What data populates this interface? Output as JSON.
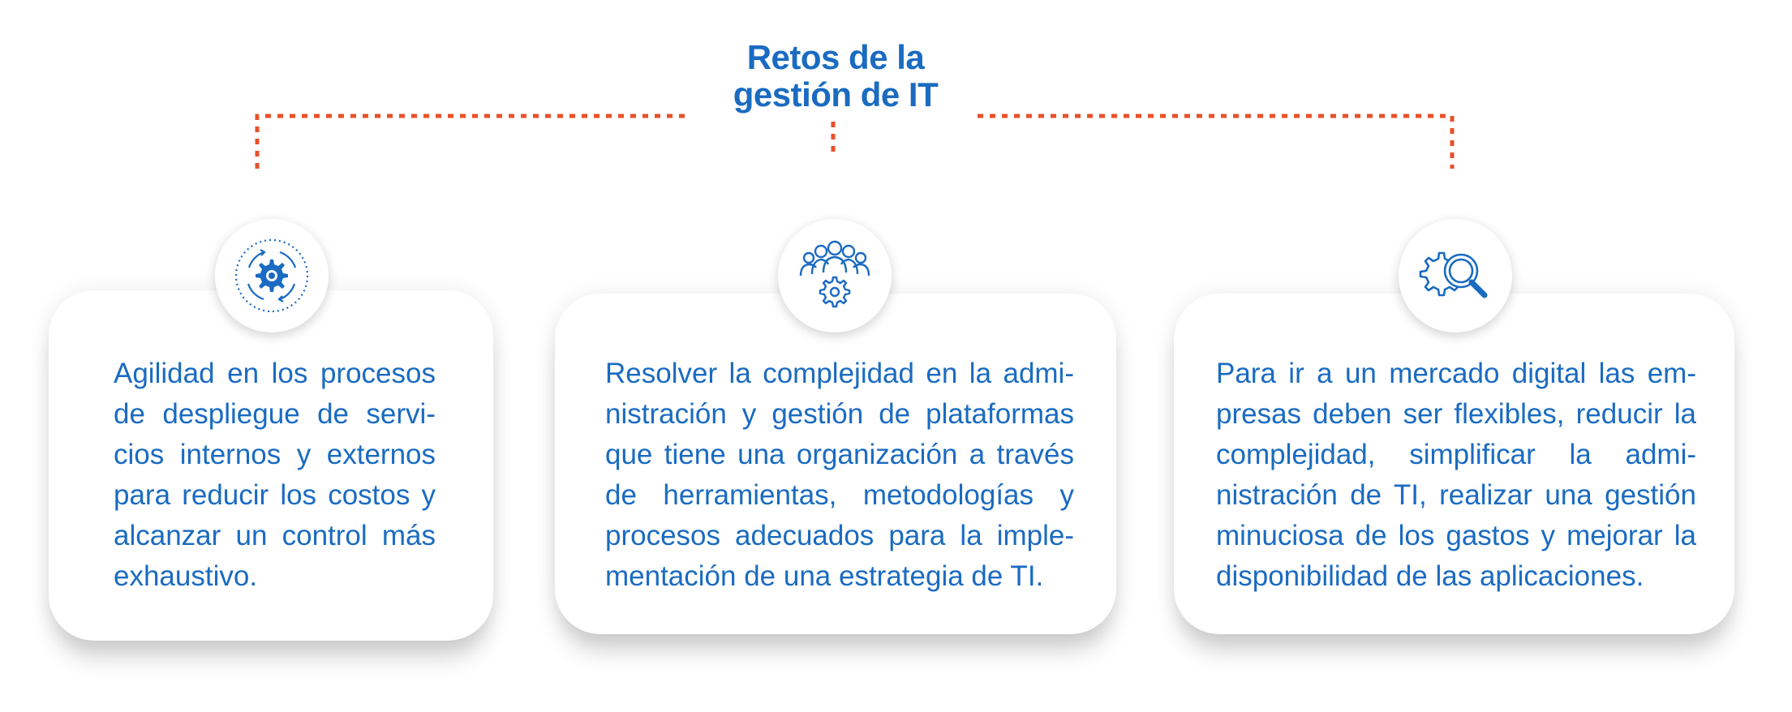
{
  "title": {
    "line1": "Retos de la",
    "line2": "gestión de IT"
  },
  "colors": {
    "title": "#1a6bc1",
    "text": "#1a6bc1",
    "connector": "#e8512a"
  },
  "cards": [
    {
      "icon": "gear-cycle-icon",
      "text": "Agilidad en los procesos de despliegue de servi­cios internos y externos para reducir los costos y alcanzar un control más exhaustivo."
    },
    {
      "icon": "team-gear-icon",
      "text": "Resolver la complejidad en la admi­nistración y gestión de plataformas que tiene una organización a través de herramientas, metodologías y procesos adecuados para la imple­mentación de una estrategia de TI."
    },
    {
      "icon": "gear-search-icon",
      "text": "Para ir a un mercado digital las em­presas deben ser flexibles, reducir la complejidad, simplificar la admi­nistración de TI, realizar una gestión minuciosa de los gastos y mejorar la disponibilidad de las aplicaciones."
    }
  ]
}
